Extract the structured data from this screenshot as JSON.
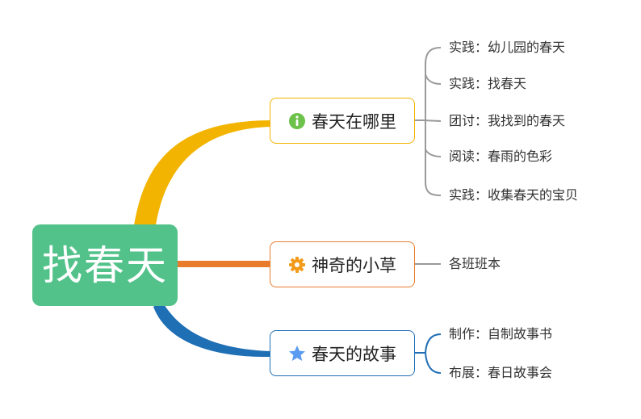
{
  "root": {
    "label": "找春天"
  },
  "colors": {
    "root_fill": "#52c28a",
    "branch_0": "#f2b400",
    "branch_1": "#e87c2c",
    "branch_2": "#1f6fb5",
    "leaf_line": "#9a9a9a"
  },
  "branches": [
    {
      "label": "春天在哪里",
      "icon": "info-icon",
      "leaves": [
        "实践：幼儿园的春天",
        "实践：找春天",
        "团讨：我找到的春天",
        "阅读：春雨的色彩",
        "实践：收集春天的宝贝"
      ]
    },
    {
      "label": "神奇的小草",
      "icon": "gear-icon",
      "leaves": [
        "各班班本"
      ]
    },
    {
      "label": "春天的故事",
      "icon": "star-icon",
      "leaves": [
        "制作：自制故事书",
        "布展：春日故事会"
      ]
    }
  ]
}
